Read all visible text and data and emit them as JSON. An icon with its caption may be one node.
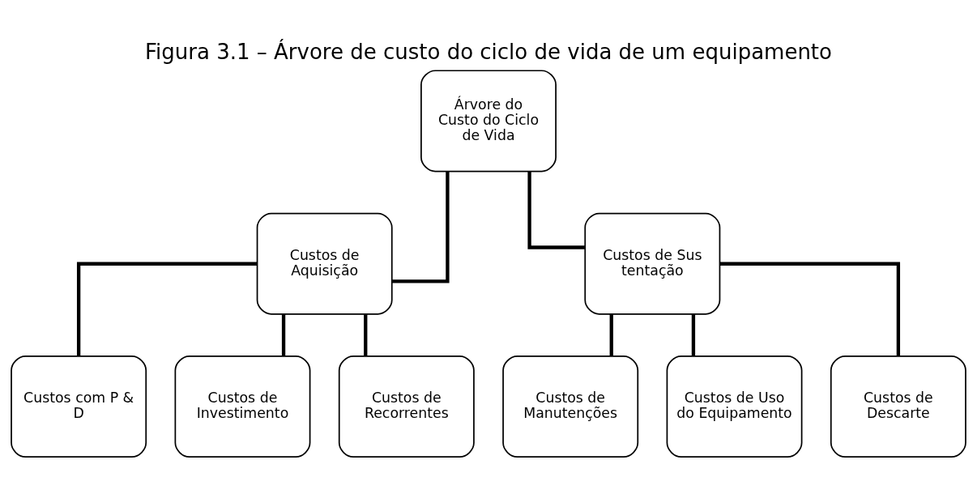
{
  "diagram": {
    "title": "Figura 3.1 – Árvore de custo do ciclo de vida de um equipamento",
    "nodes": [
      {
        "text": [
          "Árvore do Custo do Ciclo de Vida"
        ]
      },
      {
        "text": [
          "Custos de Aquisição"
        ]
      },
      {
        "text": [
          "Custos de Sus tentação"
        ]
      },
      {
        "text": [
          "Custos com P & D"
        ]
      },
      {
        "text": [
          "Custos de Investimento"
        ]
      },
      {
        "text": [
          "Custos de Recorrentes"
        ]
      },
      {
        "text": [
          "Custos de Manutenções"
        ]
      },
      {
        "text": [
          "Custos de Uso do Equipamento"
        ]
      },
      {
        "text": [
          "Custos de Descarte"
        ]
      }
    ],
    "edges": [
      {
        "from": 0,
        "to": 1,
        "arrow": "none"
      },
      {
        "from": 0,
        "to": 2,
        "arrow": "none"
      },
      {
        "from": 1,
        "to": 3,
        "arrow": "none"
      },
      {
        "from": 1,
        "to": 4,
        "arrow": "none"
      },
      {
        "from": 1,
        "to": 5,
        "arrow": "none"
      },
      {
        "from": 2,
        "to": 6,
        "arrow": "none"
      },
      {
        "from": 2,
        "to": 7,
        "arrow": "none"
      },
      {
        "from": 2,
        "to": 8,
        "arrow": "none"
      }
    ]
  }
}
